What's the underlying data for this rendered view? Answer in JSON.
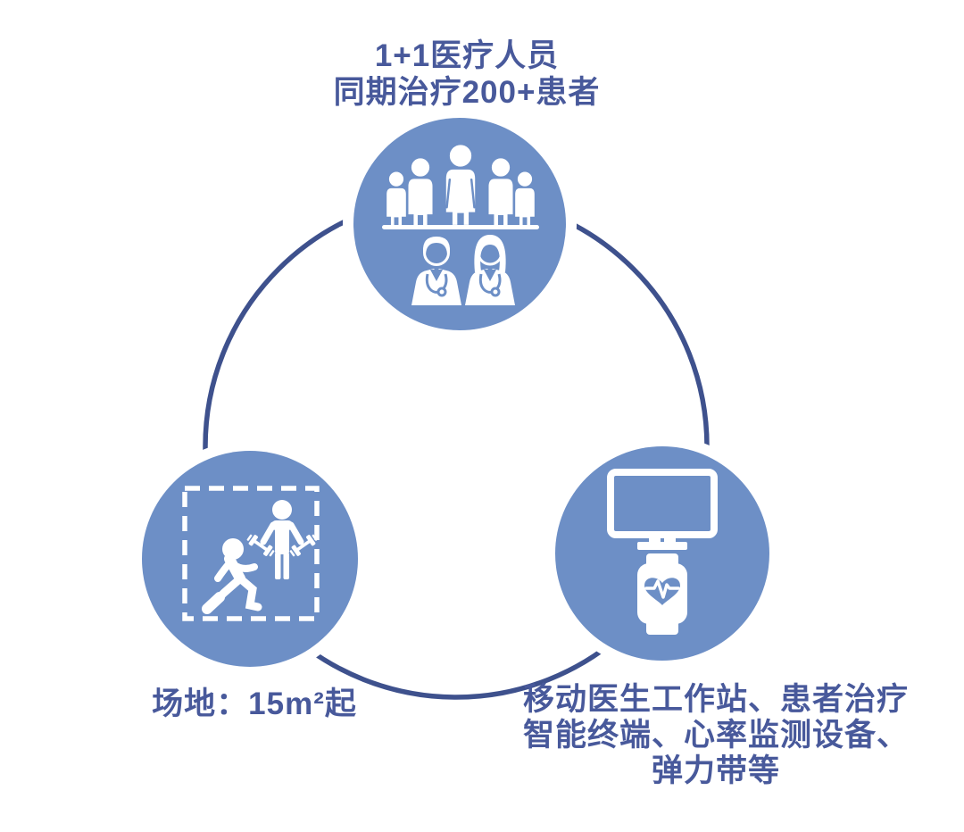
{
  "palette": {
    "node_fill": "#6D8FC6",
    "ring_stroke": "#3E518D",
    "caption_text": "#48599B",
    "icon_color": "#ffffff",
    "background": "#ffffff"
  },
  "diagram": {
    "type": "cycle-infographic",
    "connector": "ring",
    "top_node": {
      "icon": "medical-team-patients-icon",
      "caption_line1": "1+1医疗人员",
      "caption_line2": "同期治疗200+患者"
    },
    "left_node": {
      "icon": "exercise-space-icon",
      "caption": "场地：15m²起"
    },
    "right_node": {
      "icon": "workstation-wearable-icon",
      "caption_line1": "移动医生工作站、患者治疗",
      "caption_line2": "智能终端、心率监测设备、",
      "caption_line3": "弹力带等"
    }
  }
}
